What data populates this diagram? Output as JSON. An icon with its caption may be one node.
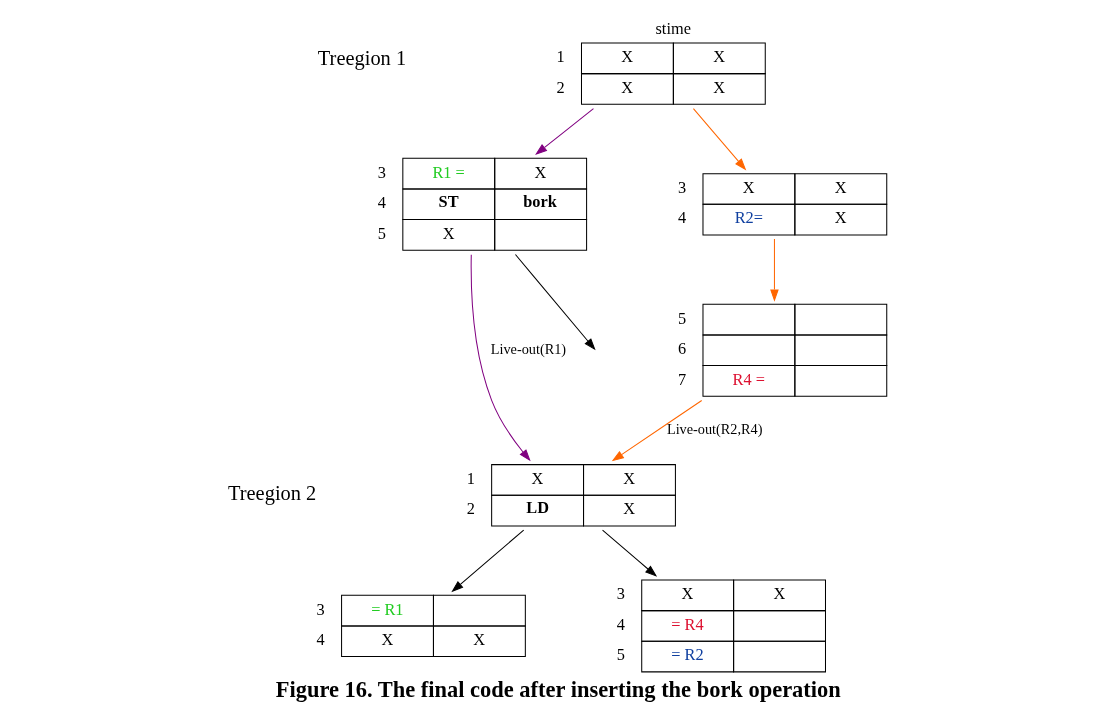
{
  "diagram": {
    "caption": "Figure 16. The final code after inserting the bork operation",
    "nodes": [
      {
        "text": [
          "X",
          "X",
          "X",
          "X"
        ],
        "beside": [
          "stime",
          "1",
          "2"
        ]
      },
      {
        "text": [
          "R1 =",
          "X",
          "ST",
          "bork",
          "X"
        ],
        "beside": [
          "3",
          "4",
          "5"
        ]
      },
      {
        "text": [
          "X",
          "X",
          "R2=",
          "X"
        ],
        "beside": [
          "3",
          "4"
        ]
      },
      {
        "text": [
          "R4 ="
        ],
        "beside": [
          "5",
          "6",
          "7"
        ]
      },
      {
        "text": [
          "X",
          "X",
          "LD",
          "X"
        ],
        "beside": [
          "1",
          "2"
        ]
      },
      {
        "text": [
          "= R1",
          "X",
          "X"
        ],
        "beside": [
          "3",
          "4"
        ]
      },
      {
        "text": [
          "X",
          "X",
          "= R4",
          "= R2"
        ],
        "beside": [
          "3",
          "4",
          "5"
        ]
      }
    ],
    "edges": [
      {
        "from": 0,
        "to": 1,
        "arrow": "to",
        "color": "#800080"
      },
      {
        "from": 0,
        "to": 2,
        "arrow": "to",
        "color": "#ff6600"
      },
      {
        "from": 2,
        "to": 3,
        "arrow": "to",
        "color": "#ff6600"
      },
      {
        "from": 1,
        "to": null,
        "arrow": "to",
        "color": "#000000"
      },
      {
        "from": 1,
        "to": 4,
        "arrow": "to",
        "label": "Live-out(R1)",
        "color": "#800080"
      },
      {
        "from": 3,
        "to": 4,
        "arrow": "to",
        "label": "Live-out(R2,R4)",
        "color": "#ff6600"
      },
      {
        "from": 4,
        "to": 5,
        "arrow": "to",
        "color": "#000000"
      },
      {
        "from": 4,
        "to": 6,
        "arrow": "to",
        "color": "#000000"
      }
    ],
    "labels": [
      "Treegion 1",
      "Treegion 2"
    ]
  }
}
